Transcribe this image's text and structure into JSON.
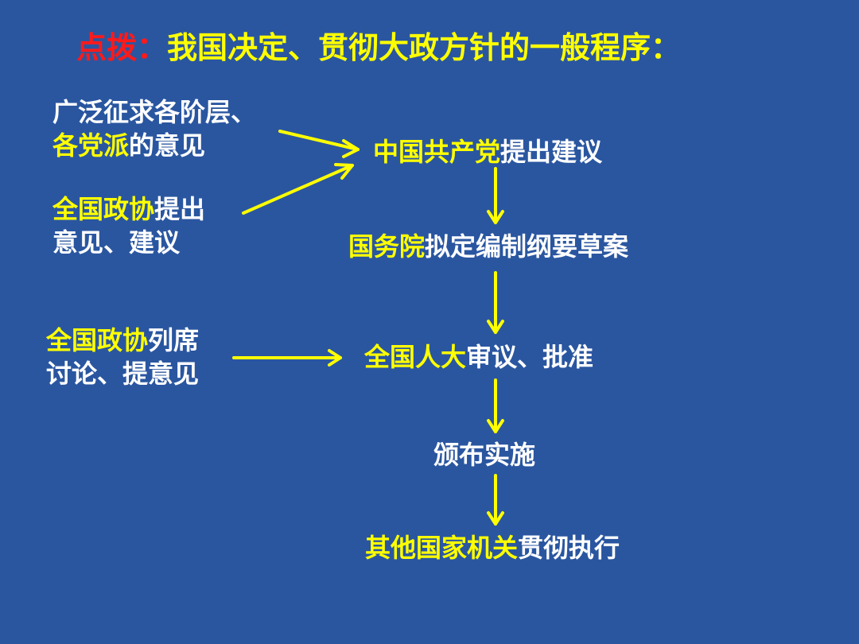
{
  "title": {
    "prefix": "点拨：",
    "main": "我国决定、贯彻大政方针的一般程序："
  },
  "left_nodes": {
    "consult": {
      "line1": "广泛征求各阶层、",
      "line2_highlight": "各党派",
      "line2_rest": "的意见"
    },
    "cppcc_suggest": {
      "line1_highlight": "全国政协",
      "line1_rest": "提出",
      "line2": "意见、建议"
    },
    "cppcc_attend": {
      "line1_highlight": "全国政协",
      "line1_rest": "列席",
      "line2": "讨论、提意见"
    }
  },
  "main_flow": {
    "step1": {
      "highlight": "中国共产党",
      "rest": "提出建议"
    },
    "step2": {
      "highlight": "国务院",
      "rest": "拟定编制纲要草案"
    },
    "step3": {
      "highlight": "全国人大",
      "rest": "审议、批准"
    },
    "step4": {
      "highlight": "",
      "rest": "颁布实施"
    },
    "step5": {
      "highlight": "其他国家机关",
      "rest": "贯彻执行"
    }
  },
  "colors": {
    "background": "#2a56a0",
    "highlight": "#ffff00",
    "text": "#ffffff",
    "title_prefix": "#ff1a1a",
    "arrow": "#ffff00"
  }
}
